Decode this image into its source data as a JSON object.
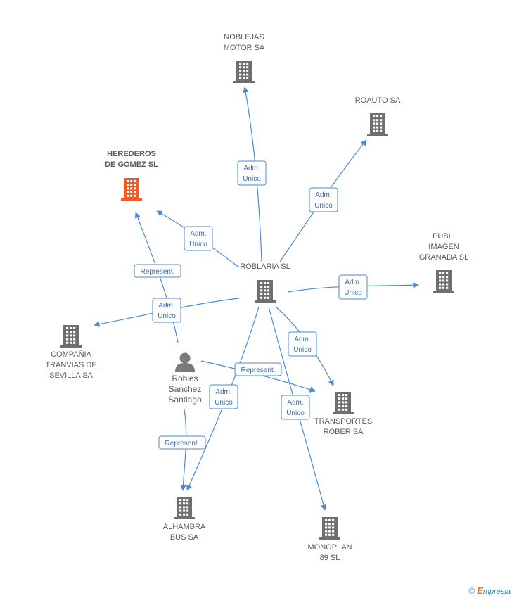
{
  "nodes": [
    {
      "id": "noblejas",
      "lines": [
        "NOBLEJAS",
        "MOTOR SA"
      ],
      "type": "company"
    },
    {
      "id": "roauto",
      "lines": [
        "ROAUTO SA"
      ],
      "type": "company"
    },
    {
      "id": "herederos",
      "lines": [
        "HEREDEROS",
        "DE GOMEZ SL"
      ],
      "type": "company-focus"
    },
    {
      "id": "publi",
      "lines": [
        "PUBLI",
        "IMAGEN",
        "GRANADA SL"
      ],
      "type": "company"
    },
    {
      "id": "roblaria",
      "lines": [
        "ROBLARIA SL"
      ],
      "type": "company"
    },
    {
      "id": "compania",
      "lines": [
        "COMPAÑIA",
        "TRANVIAS DE",
        "SEVILLA SA"
      ],
      "type": "company"
    },
    {
      "id": "robles",
      "lines": [
        "Robles",
        "Sanchez",
        "Santiago"
      ],
      "type": "person"
    },
    {
      "id": "transportes",
      "lines": [
        "TRANSPORTES",
        "ROBER SA"
      ],
      "type": "company"
    },
    {
      "id": "alhambra",
      "lines": [
        "ALHAMBRA",
        "BUS SA"
      ],
      "type": "company"
    },
    {
      "id": "monoplan",
      "lines": [
        "MONOPLAN",
        "89 SL"
      ],
      "type": "company"
    }
  ],
  "edges": [
    {
      "id": "e1",
      "from": "roblaria",
      "to": "noblejas",
      "label": [
        "Adm.",
        "Unico"
      ]
    },
    {
      "id": "e2",
      "from": "roblaria",
      "to": "roauto",
      "label": [
        "Adm.",
        "Unico"
      ]
    },
    {
      "id": "e3",
      "from": "roblaria",
      "to": "herederos",
      "label": [
        "Adm.",
        "Unico"
      ]
    },
    {
      "id": "e4",
      "from": "roblaria",
      "to": "publi",
      "label": [
        "Adm.",
        "Unico"
      ]
    },
    {
      "id": "e5",
      "from": "roblaria",
      "to": "compania",
      "label": [
        "Adm.",
        "Unico"
      ]
    },
    {
      "id": "e6",
      "from": "roblaria",
      "to": "transportes",
      "label": [
        "Adm.",
        "Unico"
      ]
    },
    {
      "id": "e7",
      "from": "roblaria",
      "to": "alhambra",
      "label": [
        "Adm.",
        "Unico"
      ]
    },
    {
      "id": "e8",
      "from": "roblaria",
      "to": "monoplan",
      "label": [
        "Adm.",
        "Unico"
      ]
    },
    {
      "id": "e9",
      "from": "robles",
      "to": "herederos",
      "label": [
        "Represent."
      ]
    },
    {
      "id": "e10",
      "from": "robles",
      "to": "transportes",
      "label": [
        "Represent."
      ]
    },
    {
      "id": "e11",
      "from": "robles",
      "to": "alhambra",
      "label": [
        "Represent."
      ]
    }
  ],
  "colors": {
    "edge": "#4a8ad6",
    "company": "#6f6f6f",
    "focus": "#f05a28",
    "person": "#7a7a7a"
  },
  "footer": {
    "copyright": "©",
    "brand_initial": "E",
    "brand_rest": "mpresia"
  }
}
